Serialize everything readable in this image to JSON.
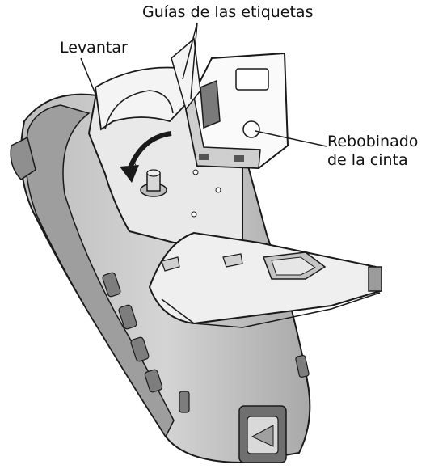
{
  "callouts": {
    "label_guides": "Guías de las etiquetas",
    "lift": "Levantar",
    "rewind_line1": "Rebobinado",
    "rewind_line2": "de la cinta"
  },
  "colors": {
    "body": "#c9c9c9",
    "body_shadow": "#8c8c8c",
    "light": "#f2f2f2",
    "outline": "#1a1a1a",
    "white": "#ffffff"
  },
  "icons": [
    "curved-arrow-icon"
  ]
}
